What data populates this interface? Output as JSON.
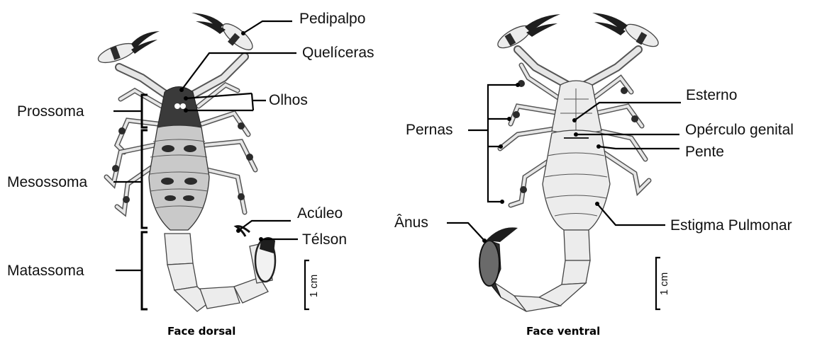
{
  "dorsal": {
    "caption": "Face dorsal",
    "labels": {
      "pedipalpo": "Pedipalpo",
      "queliceras": "Quelíceras",
      "olhos": "Olhos",
      "prossoma": "Prossoma",
      "mesossoma": "Mesossoma",
      "matassoma": "Matassoma",
      "aculeo": "Acúleo",
      "telson": "Télson"
    },
    "scale": "1 cm"
  },
  "ventral": {
    "caption": "Face ventral",
    "labels": {
      "esterno": "Esterno",
      "pernas": "Pernas",
      "operculo": "Opérculo genital",
      "pente": "Pente",
      "anus": "Ânus",
      "estigma": "Estigma Pulmonar"
    },
    "scale": "1 cm"
  }
}
